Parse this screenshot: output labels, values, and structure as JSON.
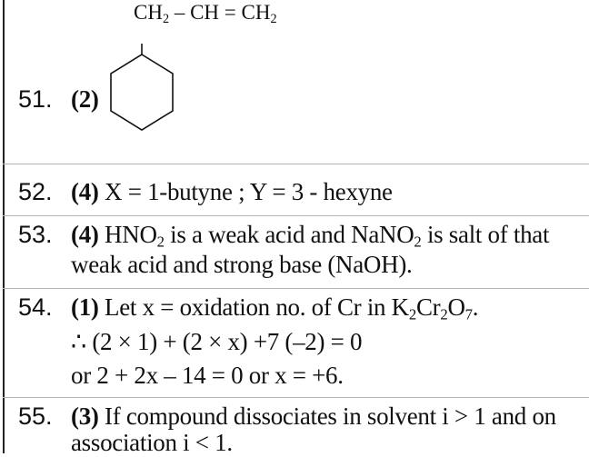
{
  "q51": {
    "number": "51.",
    "answer": "(2)",
    "substituent": {
      "ch2": "CH",
      "ch2_sub": "2",
      "dash": " – CH = CH",
      "ch2b_sub": "2"
    }
  },
  "q52": {
    "number": "52.",
    "answer": "(4)",
    "text": " X = 1-butyne ; Y = 3 - hexyne"
  },
  "q53": {
    "number": "53.",
    "answer": "(4)",
    "l1a": " HNO",
    "l1a_sub": "2",
    "l1b": " is a weak acid and NaNO",
    "l1b_sub": "2",
    "l1c": " is salt of that",
    "l2": "weak acid and strong base (NaOH)."
  },
  "q54": {
    "number": "54.",
    "answer": "(1)",
    "l1a": " Let x = oxidation no. of Cr in K",
    "sub1": "2",
    "l1b": "Cr",
    "sub2": "2",
    "l1c": "O",
    "sub3": "7",
    "l1d": ".",
    "l2": "∴ (2 × 1) + (2 × x) +7 (–2) = 0",
    "l3": "or 2 + 2x – 14 = 0 or x = +6."
  },
  "q55": {
    "number": "55.",
    "answer": "(3)",
    "l1": " If compound dissociates in solvent i > 1 and on",
    "l2": "association i < 1."
  }
}
